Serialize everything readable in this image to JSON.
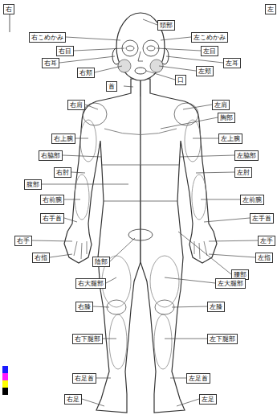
{
  "diagram": {
    "nodes": [
      {
        "text": [
          "右"
        ]
      },
      {
        "text": [
          "左"
        ]
      },
      {
        "text": [
          "頭部"
        ]
      },
      {
        "text": [
          "右こめかみ"
        ]
      },
      {
        "text": [
          "左こめかみ"
        ]
      },
      {
        "text": [
          "右目"
        ]
      },
      {
        "text": [
          "左目"
        ]
      },
      {
        "text": [
          "右耳"
        ]
      },
      {
        "text": [
          "左耳"
        ]
      },
      {
        "text": [
          "右頬"
        ]
      },
      {
        "text": [
          "左頬"
        ]
      },
      {
        "text": [
          "口"
        ]
      },
      {
        "text": [
          "首"
        ]
      },
      {
        "text": [
          "右肩"
        ]
      },
      {
        "text": [
          "左肩"
        ]
      },
      {
        "text": [
          "胸部"
        ]
      },
      {
        "text": [
          "右上腕"
        ]
      },
      {
        "text": [
          "左上腕"
        ]
      },
      {
        "text": [
          "右脇部"
        ]
      },
      {
        "text": [
          "左脇部"
        ]
      },
      {
        "text": [
          "右肘"
        ]
      },
      {
        "text": [
          "左肘"
        ]
      },
      {
        "text": [
          "腹部"
        ]
      },
      {
        "text": [
          "右前腕"
        ]
      },
      {
        "text": [
          "左前腕"
        ]
      },
      {
        "text": [
          "右手首"
        ]
      },
      {
        "text": [
          "左手首"
        ]
      },
      {
        "text": [
          "右手"
        ]
      },
      {
        "text": [
          "左手"
        ]
      },
      {
        "text": [
          "右指"
        ]
      },
      {
        "text": [
          "左指"
        ]
      },
      {
        "text": [
          "陰部"
        ]
      },
      {
        "text": [
          "腰部"
        ]
      },
      {
        "text": [
          "右大腿部"
        ]
      },
      {
        "text": [
          "左大腿部"
        ]
      },
      {
        "text": [
          "右膝"
        ]
      },
      {
        "text": [
          "左膝"
        ]
      },
      {
        "text": [
          "右下腿部"
        ]
      },
      {
        "text": [
          "左下腿部"
        ]
      },
      {
        "text": [
          "右足首"
        ]
      },
      {
        "text": [
          "左足首"
        ]
      },
      {
        "text": [
          "右足"
        ]
      },
      {
        "text": [
          "左足"
        ]
      }
    ]
  }
}
